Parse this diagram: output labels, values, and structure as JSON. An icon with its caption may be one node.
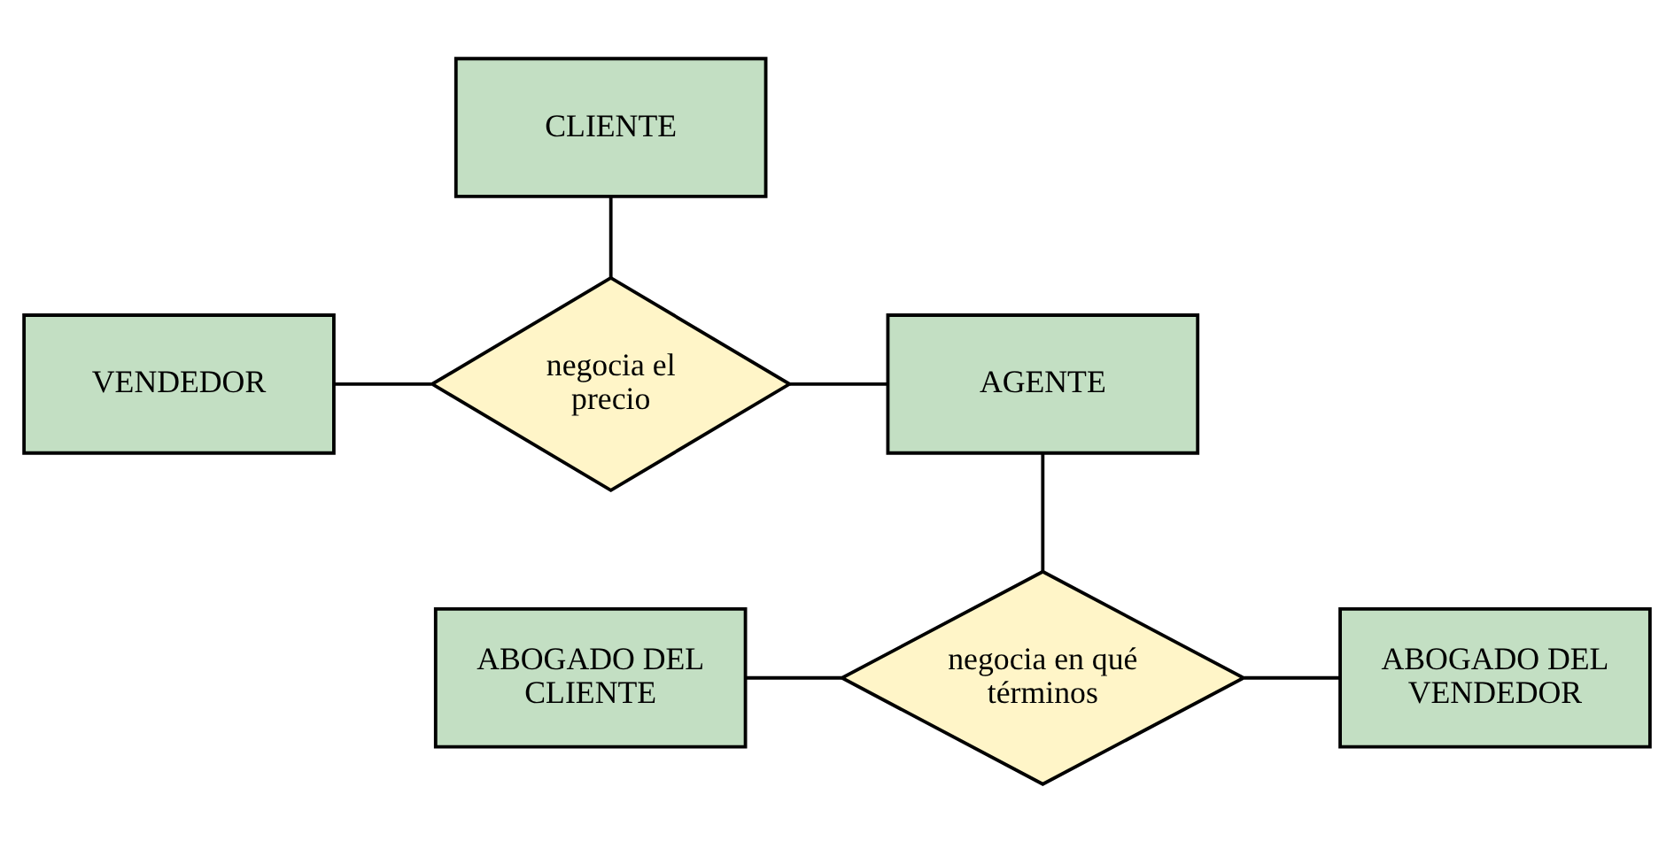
{
  "diagram": {
    "nodes": [
      {
        "text": [
          "CLIENTE"
        ]
      },
      {
        "text": [
          "VENDEDOR"
        ]
      },
      {
        "text": [
          "negocia el precio"
        ]
      },
      {
        "text": [
          "AGENTE"
        ]
      },
      {
        "text": [
          "ABOGADO DEL CLIENTE"
        ]
      },
      {
        "text": [
          "negocia en qué términos"
        ]
      },
      {
        "text": [
          "ABOGADO DEL VENDEDOR"
        ]
      }
    ],
    "edges": [
      {
        "from": 0,
        "to": 2,
        "arrow": "none"
      },
      {
        "from": 1,
        "to": 2,
        "arrow": "none"
      },
      {
        "from": 2,
        "to": 3,
        "arrow": "none"
      },
      {
        "from": 3,
        "to": 5,
        "arrow": "none"
      },
      {
        "from": 4,
        "to": 5,
        "arrow": "none"
      },
      {
        "from": 5,
        "to": 6,
        "arrow": "none"
      }
    ]
  }
}
